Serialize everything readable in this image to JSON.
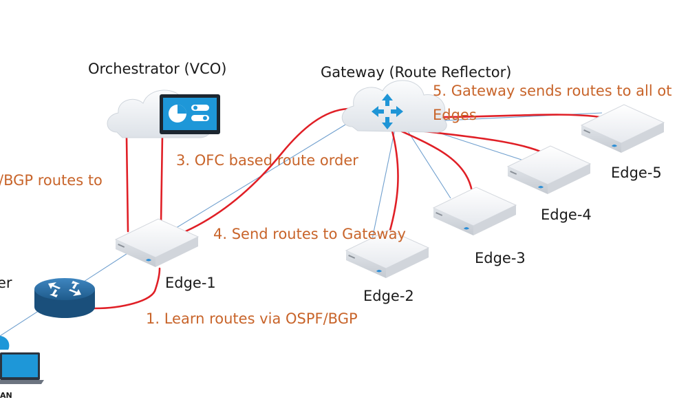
{
  "nodes": {
    "orchestrator": "Orchestrator (VCO)",
    "gateway": "Gateway (Route Reflector)",
    "edge1": "Edge-1",
    "edge2": "Edge-2",
    "edge3": "Edge-3",
    "edge4": "Edge-4",
    "edge5": "Edge-5",
    "router_partial": "er",
    "lan_partial": "AN"
  },
  "steps": {
    "step1": "1. Learn routes via OSPF/BGP",
    "step2_partial": "/BGP routes to",
    "step3": "3. OFC based route order",
    "step4": "4. Send routes to Gateway",
    "step5_line1": "5. Gateway sends routes to all ot",
    "step5_line2": "Edges"
  },
  "colors": {
    "annotation": "#c8642a",
    "route_line": "#e01f26",
    "link_line": "#6f9fce",
    "router": "#1f5b8c",
    "cloud": "#e9edf2"
  }
}
